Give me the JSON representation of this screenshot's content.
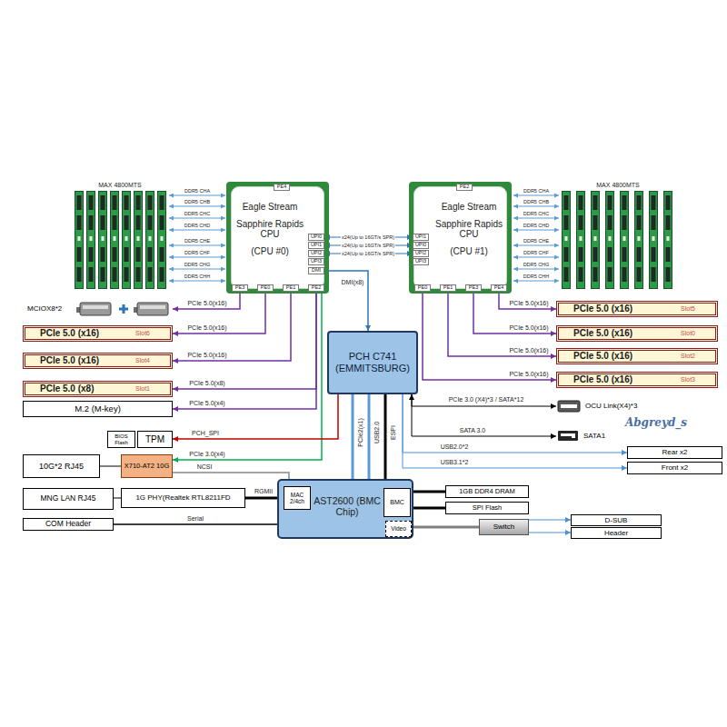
{
  "diagram": {
    "nodes": [
      {
        "text": [
          "Eagle Stream",
          "Sapphire Rapids CPU",
          "(CPU #0)"
        ]
      },
      {
        "text": [
          "PE4"
        ],
        "in": 0
      },
      {
        "text": [
          "UPI0"
        ],
        "in": 0
      },
      {
        "text": [
          "UPI1"
        ],
        "in": 0
      },
      {
        "text": [
          "UPI2"
        ],
        "in": 0
      },
      {
        "text": [
          "UPI3"
        ],
        "in": 0
      },
      {
        "text": [
          "DMI"
        ],
        "in": 0
      },
      {
        "text": [
          "PE3"
        ],
        "in": 0
      },
      {
        "text": [
          "PE0"
        ],
        "in": 0
      },
      {
        "text": [
          "PE1"
        ],
        "in": 0
      },
      {
        "text": [
          "PE2"
        ],
        "in": 0
      },
      {
        "text": [
          "Eagle Stream",
          "Sapphire Rapids CPU",
          "(CPU #1)"
        ]
      },
      {
        "text": [
          "PE2"
        ],
        "in": 11
      },
      {
        "text": [
          "UPI1"
        ],
        "in": 11
      },
      {
        "text": [
          "UPI0"
        ],
        "in": 11
      },
      {
        "text": [
          "UPI2"
        ],
        "in": 11
      },
      {
        "text": [
          "UPI3"
        ],
        "in": 11
      },
      {
        "text": [
          "PE0"
        ],
        "in": 11
      },
      {
        "text": [
          "PE1"
        ],
        "in": 11
      },
      {
        "text": [
          "PE3"
        ],
        "in": 11
      },
      {
        "text": [
          "PE4"
        ],
        "in": 11
      },
      {
        "text": [
          "MCIOX8*2"
        ]
      },
      {
        "text": [
          "PCIe 5.0 (x16)",
          "Slot5"
        ]
      },
      {
        "text": [
          "PCIe 5.0 (x16)",
          "Slot6"
        ]
      },
      {
        "text": [
          "PCIe 5.0 (x16)",
          "Slot0"
        ]
      },
      {
        "text": [
          "PCH C741 (EMMITSBURG)"
        ]
      },
      {
        "text": [
          "PCIe 5.0 (x16)",
          "Slot4"
        ]
      },
      {
        "text": [
          "PCIe 5.0 (x16)",
          "Slot2"
        ]
      },
      {
        "text": [
          "PCIe 5.0 (x16)",
          "Slot3"
        ]
      },
      {
        "text": [
          "PCIe 5.0 (x8)",
          "Slot1"
        ]
      },
      {
        "text": [
          "OCU Link(X4)*3"
        ]
      },
      {
        "text": [
          "M.2 (M-key)"
        ]
      },
      {
        "text": [
          "SATA1"
        ]
      },
      {
        "text": [
          "BIOS Flash"
        ]
      },
      {
        "text": [
          "TPM"
        ]
      },
      {
        "text": [
          "Rear x2"
        ]
      },
      {
        "text": [
          "10G*2 RJ45"
        ]
      },
      {
        "text": [
          "X710-AT2 10G"
        ]
      },
      {
        "text": [
          "Front x2"
        ]
      },
      {
        "text": [
          "AST2600 (BMC Chip)"
        ]
      },
      {
        "text": [
          "MAC 2/4ch"
        ],
        "in": 39
      },
      {
        "text": [
          "BMC"
        ],
        "in": 39
      },
      {
        "text": [
          "Video"
        ],
        "in": 39
      },
      {
        "text": [
          "1GB DDR4 DRAM"
        ]
      },
      {
        "text": [
          "MNG LAN RJ45"
        ]
      },
      {
        "text": [
          "1G PHY(Realtek RTL8211FD"
        ]
      },
      {
        "text": [
          "SPI Flash"
        ]
      },
      {
        "text": [
          "COM Header"
        ]
      },
      {
        "text": [
          "Switch"
        ]
      },
      {
        "text": [
          "D-SUB"
        ]
      },
      {
        "text": [
          "Header"
        ]
      }
    ],
    "edges": [
      {
        "from": 2,
        "to": 13,
        "arrow": "both",
        "label": "x24(Up to 16GT/s SPR)"
      },
      {
        "from": 3,
        "to": 14,
        "arrow": "both",
        "label": "x24(Up to 16GT/s SPR)"
      },
      {
        "from": 4,
        "to": 15,
        "arrow": "both",
        "label": "x24(Up to 16GT/s SPR)"
      },
      {
        "from": 6,
        "to": 25,
        "arrow": "to",
        "label": "DMI(x8)"
      },
      {
        "from": 7,
        "to": 21,
        "arrow": "to",
        "label": "PCIe 5.0(x16)"
      },
      {
        "from": 8,
        "to": 23,
        "arrow": "to",
        "label": "PCIe 5.0(x16)"
      },
      {
        "from": 9,
        "to": 26,
        "arrow": "to",
        "label": "PCIe 5.0(x16)"
      },
      {
        "from": 10,
        "to": 29,
        "arrow": "to",
        "label": "PCIe 5.0(x8)"
      },
      {
        "from": 10,
        "to": 31,
        "arrow": "to",
        "label": "PCIe 5.0(x4)"
      },
      {
        "from": 10,
        "to": 37,
        "arrow": "to",
        "label": "PCIe 3.0(x4)"
      },
      {
        "from": 20,
        "to": 22,
        "arrow": "to",
        "label": "PCIe 5.0(x16)"
      },
      {
        "from": 19,
        "to": 24,
        "arrow": "to",
        "label": "PCIe 5.0(x16)"
      },
      {
        "from": 18,
        "to": 27,
        "arrow": "to",
        "label": "PCIe 5.0(x16)"
      },
      {
        "from": 17,
        "to": 28,
        "arrow": "to",
        "label": "PCIe 5.0(x16)"
      },
      {
        "from": 25,
        "to": 30,
        "arrow": "both",
        "label": "PCIe 3.0 (X4)*3 / SATA*12"
      },
      {
        "from": 25,
        "to": 32,
        "arrow": "to",
        "label": "SATA 3.0"
      },
      {
        "from": 25,
        "to": 35,
        "arrow": "to",
        "label": "USB2.0*2"
      },
      {
        "from": 25,
        "to": 38,
        "arrow": "to",
        "label": "USB3.1*2"
      },
      {
        "from": 25,
        "to": 34,
        "arrow": "to",
        "label": "PCH_SPI"
      },
      {
        "from": 25,
        "to": 39,
        "arrow": "none",
        "label": "PCIe2(x1)"
      },
      {
        "from": 25,
        "to": 39,
        "arrow": "none",
        "label": "USB2.0"
      },
      {
        "from": 25,
        "to": 39,
        "arrow": "none",
        "label": "ESPI"
      },
      {
        "from": 37,
        "to": 36,
        "arrow": "none"
      },
      {
        "from": 39,
        "to": 37,
        "arrow": "none",
        "label": "NCSI"
      },
      {
        "from": 45,
        "to": 40,
        "arrow": "none",
        "label": "RGMII"
      },
      {
        "from": 45,
        "to": 44,
        "arrow": "none"
      },
      {
        "from": 39,
        "to": 47,
        "arrow": "none",
        "label": "Serial"
      },
      {
        "from": 39,
        "to": 43,
        "arrow": "none"
      },
      {
        "from": 39,
        "to": 46,
        "arrow": "none"
      },
      {
        "from": 42,
        "to": 48,
        "arrow": "none"
      },
      {
        "from": 48,
        "to": 49,
        "arrow": "to"
      },
      {
        "from": 48,
        "to": 50,
        "arrow": "to"
      }
    ],
    "labels": [
      "MAX 4800MTS",
      "MAX 4800MTS",
      "DDR5 CHA",
      "DDR5 CHB",
      "DDR5 CHC",
      "DDR5 CHD",
      "DDR5 CHE",
      "DDR5 CHF",
      "DDR5 CHG",
      "DDR5 CHH",
      "DDR5 CHA",
      "DDR5 CHB",
      "DDR5 CHC",
      "DDR5 CHD",
      "DDR5 CHE",
      "DDR5 CHF",
      "DDR5 CHG",
      "DDR5 CHH",
      "Abgreyd_s"
    ]
  }
}
